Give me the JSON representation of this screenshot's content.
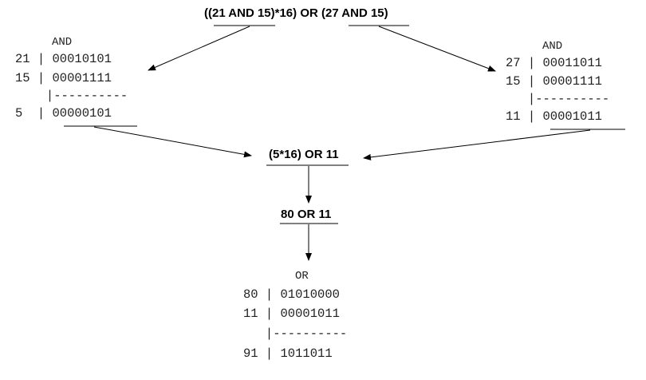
{
  "expression": "((21 AND 15)*16) OR (27 AND 15)",
  "step1": "(5*16) OR 11",
  "step2": "80 OR 11",
  "left_block": {
    "op": "AND",
    "rows": [
      "21 | 00010101",
      "15 | 00001111",
      "   |----------",
      "5  | 00000101"
    ]
  },
  "right_block": {
    "op": "AND",
    "rows": [
      "27 | 00011011",
      "15 | 00001111",
      "   |----------",
      "11 | 00001011"
    ]
  },
  "bottom_block": {
    "op": "OR",
    "rows": [
      "80 | 01010000",
      "11 | 00001011",
      "   |----------",
      "91 | 1011011"
    ]
  },
  "colors": {
    "stroke": "#000000",
    "text": "#000000"
  }
}
